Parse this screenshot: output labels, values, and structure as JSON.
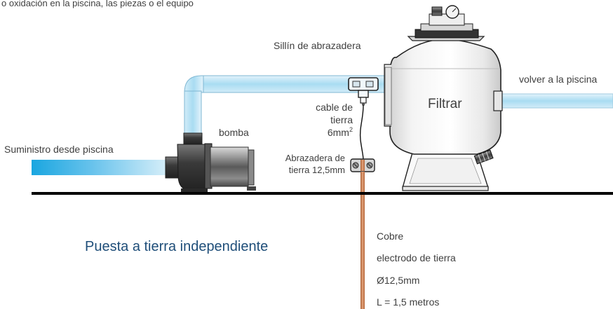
{
  "header": {
    "cut_text": "o oxidación en la piscina, las piezas o el equipo"
  },
  "labels": {
    "saddle_clamp": "Sillín de abrazadera",
    "return_to_pool": "volver a la piscina",
    "filter": "Filtrar",
    "ground_cable_line1": "cable de",
    "ground_cable_line2": "tierra",
    "ground_cable_line3": "6mm",
    "ground_cable_sup": "2",
    "pump": "bomba",
    "supply": "Suministro desde piscina",
    "ground_clamp_line1": "Abrazadera de",
    "ground_clamp_line2": "tierra 12,5mm",
    "title": "Puesta a tierra independiente",
    "copper_line1": "Cobre",
    "copper_line2": "electrodo de tierra",
    "copper_line3": "Ø12,5mm",
    "copper_line4": "L = 1,5 metros"
  },
  "colors": {
    "pipe_light": "#cfe9f6",
    "pipe_mid": "#8fd0ee",
    "pipe_dark": "#1aa6e0",
    "ground_line": "#000000",
    "copper": "#c47a4c",
    "title": "#1f4e79",
    "text": "#3f3f3f"
  }
}
